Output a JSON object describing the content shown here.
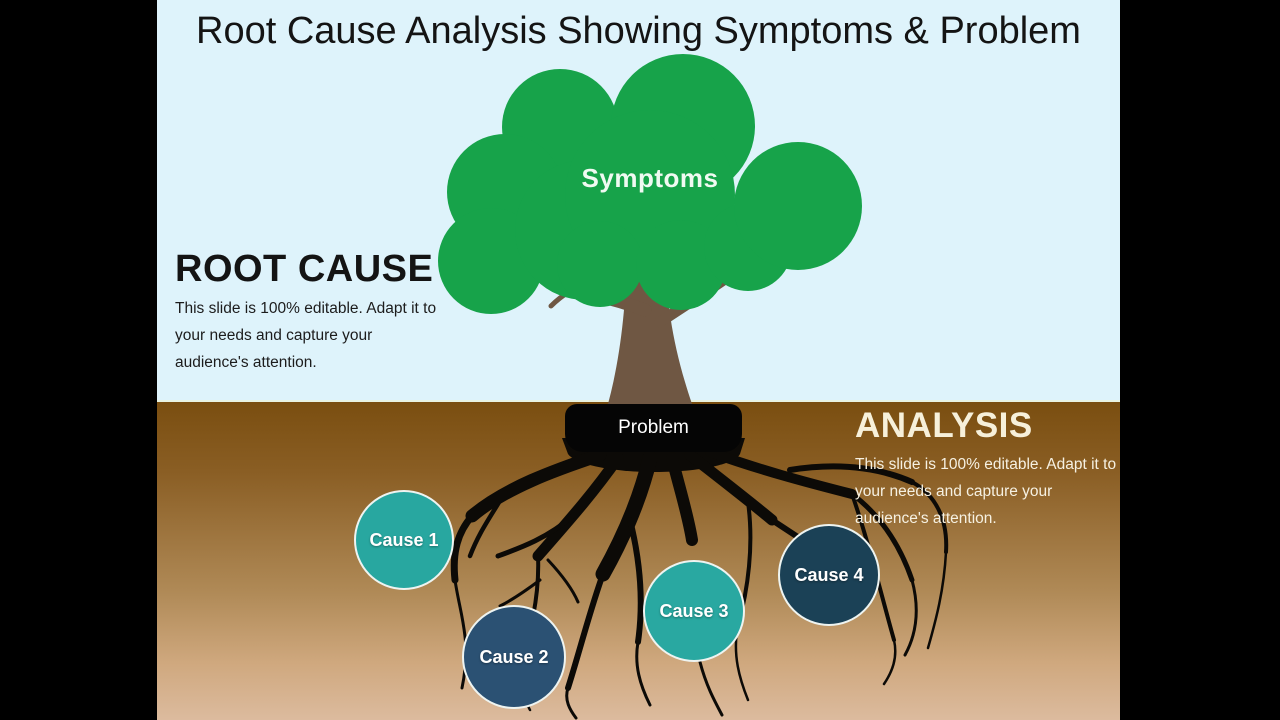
{
  "slide": {
    "title": "Root Cause Analysis Showing Symptoms & Problem",
    "canopy_label": "Symptoms",
    "problem_label": "Problem",
    "root_cause": {
      "heading": "ROOT CAUSE",
      "lines": [
        "This slide is 100% editable. Adapt it to",
        "your needs and capture your",
        "audience's attention."
      ]
    },
    "analysis": {
      "heading": "ANALYSIS",
      "lines": [
        "This slide is 100% editable. Adapt it to",
        "your needs and capture your",
        "audience's attention."
      ]
    },
    "causes": [
      {
        "label": "Cause 1",
        "color": "#28a7a0"
      },
      {
        "label": "Cause 2",
        "color": "#2b5173"
      },
      {
        "label": "Cause 3",
        "color": "#29a8a1"
      },
      {
        "label": "Cause 4",
        "color": "#1b4156"
      }
    ],
    "colors": {
      "sky": "#def3fb",
      "canopy_green": "#17a34a",
      "trunk_brown": "#6f5743",
      "ground_top": "#7a4e10",
      "ground_bottom": "#dcbb9e",
      "roots_black": "#0c0a07",
      "problem_box": "#050505",
      "left_heading_text": "#141414",
      "right_heading_text": "#f7f0da"
    }
  }
}
